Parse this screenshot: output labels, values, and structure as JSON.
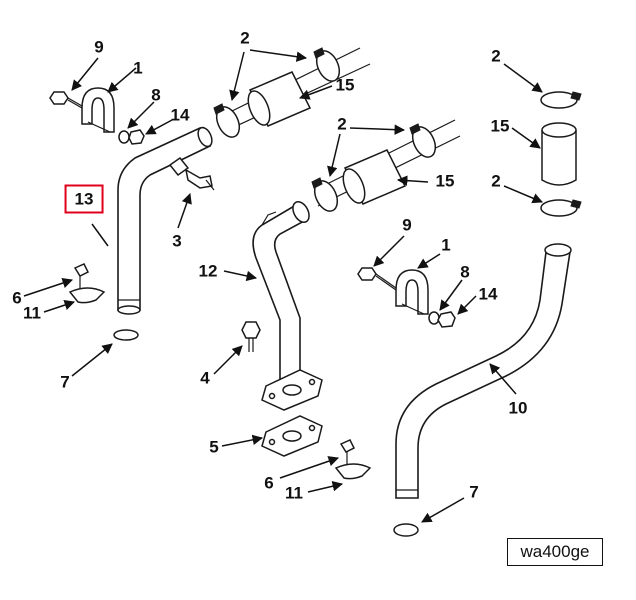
{
  "figure_code": "wa400ge",
  "callouts": {
    "c1a": "1",
    "c1b": "1",
    "c2a": "2",
    "c2b": "2",
    "c2c": "2",
    "c2d": "2",
    "c3": "3",
    "c4": "4",
    "c5": "5",
    "c6a": "6",
    "c6b": "6",
    "c7a": "7",
    "c7b": "7",
    "c8a": "8",
    "c8b": "8",
    "c9a": "9",
    "c9b": "9",
    "c10": "10",
    "c11a": "11",
    "c11b": "11",
    "c12": "12",
    "c13": "13",
    "c14a": "14",
    "c14b": "14",
    "c15a": "15",
    "c15b": "15",
    "c15c": "15"
  },
  "highlight": {
    "callout": "13",
    "color": "#e0001b"
  }
}
